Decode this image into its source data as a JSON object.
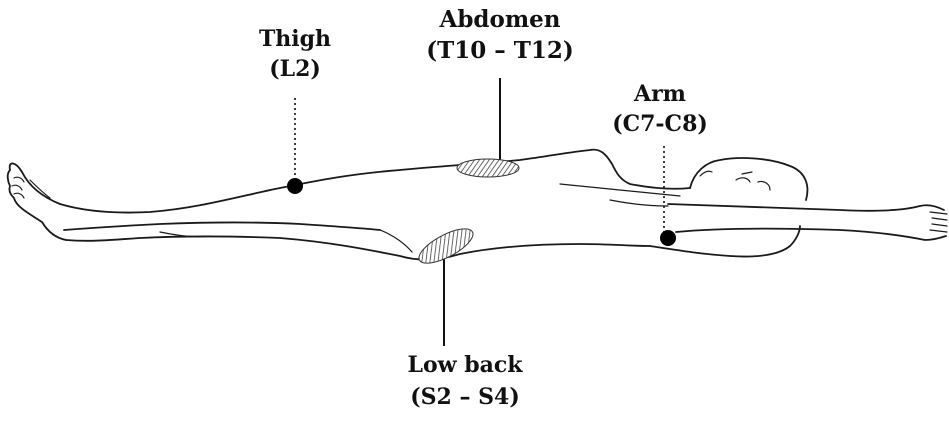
{
  "figure": {
    "sites": [
      {
        "key": "thigh",
        "name": "Thigh",
        "segment": "(L2)",
        "marker": "dot"
      },
      {
        "key": "abdomen",
        "name": "Abdomen",
        "segment": "(T10 – T12)",
        "marker": "hatched-area"
      },
      {
        "key": "arm",
        "name": "Arm",
        "segment": "(C7-C8)",
        "marker": "dot"
      },
      {
        "key": "lowback",
        "name": "Low back",
        "segment": "(S2 – S4)",
        "marker": "hatched-area"
      }
    ],
    "colors": {
      "ink": "#111111",
      "background": "#ffffff"
    }
  }
}
